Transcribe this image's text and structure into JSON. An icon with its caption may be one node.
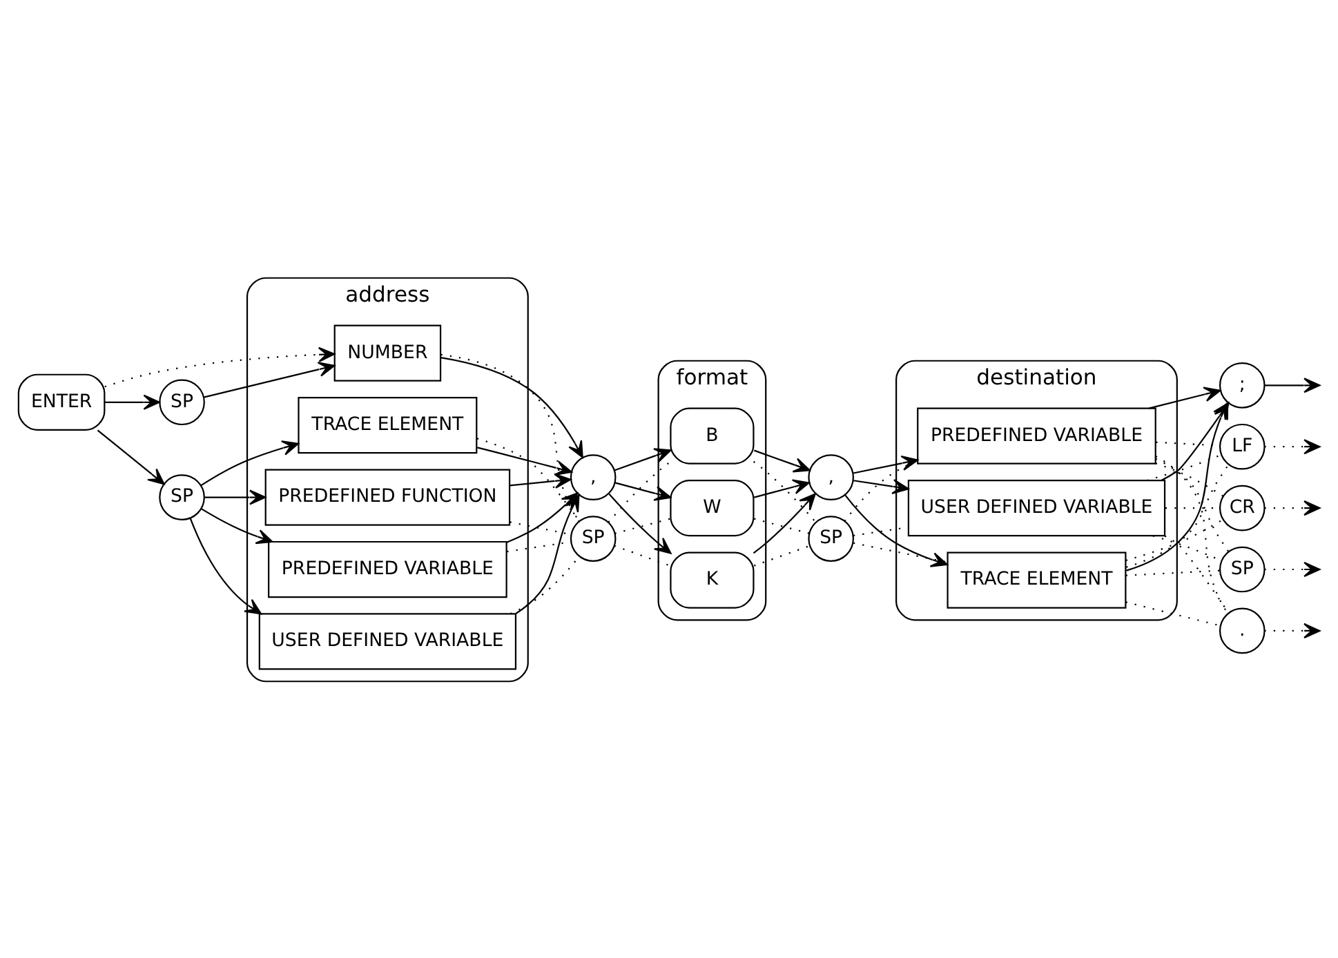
{
  "diagram": {
    "nodes": [
      {
        "text": [
          "ENTER"
        ]
      },
      {
        "text": [
          "address"
        ]
      },
      {
        "text": [
          "SP"
        ]
      },
      {
        "text": [
          "NUMBER"
        ],
        "in": 1
      },
      {
        "text": [
          "SP"
        ]
      },
      {
        "text": [
          "TRACE ELEMENT"
        ],
        "in": 1
      },
      {
        "text": [
          "PREDEFINED FUNCTION"
        ],
        "in": 1
      },
      {
        "text": [
          "PREDEFINED VARIABLE"
        ],
        "in": 1
      },
      {
        "text": [
          "USER DEFINED VARIABLE"
        ],
        "in": 1
      },
      {
        "text": [
          ","
        ]
      },
      {
        "text": [
          "SP"
        ]
      },
      {
        "text": [
          "format"
        ]
      },
      {
        "text": [
          "K"
        ],
        "in": 11
      },
      {
        "text": [
          "B"
        ],
        "in": 11
      },
      {
        "text": [
          "W"
        ],
        "in": 11
      },
      {
        "text": [
          ","
        ]
      },
      {
        "text": [
          "SP"
        ]
      },
      {
        "text": [
          "destination"
        ]
      },
      {
        "text": [
          "TRACE ELEMENT"
        ],
        "in": 17
      },
      {
        "text": [
          "PREDEFINED VARIABLE"
        ],
        "in": 17
      },
      {
        "text": [
          "USER DEFINED VARIABLE"
        ],
        "in": 17
      },
      {
        "text": [
          ";"
        ]
      },
      {
        "text": [
          "LF"
        ]
      },
      {
        "text": [
          "CR"
        ]
      },
      {
        "text": [
          "SP"
        ]
      },
      {
        "text": [
          "."
        ]
      }
    ],
    "edges": [
      {
        "from": 0,
        "to": 2,
        "arrow": "to"
      },
      {
        "from": 0,
        "to": 4,
        "arrow": "to"
      },
      {
        "from": 0,
        "to": 3,
        "arrow": "to",
        "style": "dashed"
      },
      {
        "from": 2,
        "to": 3,
        "arrow": "to"
      },
      {
        "from": 4,
        "to": 5,
        "arrow": "to"
      },
      {
        "from": 4,
        "to": 6,
        "arrow": "to"
      },
      {
        "from": 4,
        "to": 7,
        "arrow": "to"
      },
      {
        "from": 4,
        "to": 8,
        "arrow": "to"
      },
      {
        "from": 3,
        "to": 9,
        "arrow": "to"
      },
      {
        "from": 5,
        "to": 9,
        "arrow": "to"
      },
      {
        "from": 6,
        "to": 9,
        "arrow": "to"
      },
      {
        "from": 7,
        "to": 9,
        "arrow": "to"
      },
      {
        "from": 8,
        "to": 9,
        "arrow": "to"
      },
      {
        "from": 3,
        "to": 10,
        "arrow": "none",
        "style": "dashed"
      },
      {
        "from": 5,
        "to": 10,
        "arrow": "none",
        "style": "dashed"
      },
      {
        "from": 6,
        "to": 10,
        "arrow": "none",
        "style": "dashed"
      },
      {
        "from": 7,
        "to": 10,
        "arrow": "none",
        "style": "dashed"
      },
      {
        "from": 8,
        "to": 10,
        "arrow": "none",
        "style": "dashed"
      },
      {
        "from": 9,
        "to": 12,
        "arrow": "to"
      },
      {
        "from": 9,
        "to": 13,
        "arrow": "to"
      },
      {
        "from": 9,
        "to": 14,
        "arrow": "to"
      },
      {
        "from": 10,
        "to": 12,
        "arrow": "none",
        "style": "dashed"
      },
      {
        "from": 10,
        "to": 13,
        "arrow": "none",
        "style": "dashed"
      },
      {
        "from": 10,
        "to": 14,
        "arrow": "none",
        "style": "dashed"
      },
      {
        "from": 12,
        "to": 15,
        "arrow": "to"
      },
      {
        "from": 13,
        "to": 15,
        "arrow": "to"
      },
      {
        "from": 14,
        "to": 15,
        "arrow": "to"
      },
      {
        "from": 12,
        "to": 16,
        "arrow": "none",
        "style": "dashed"
      },
      {
        "from": 13,
        "to": 16,
        "arrow": "none",
        "style": "dashed"
      },
      {
        "from": 14,
        "to": 16,
        "arrow": "none",
        "style": "dashed"
      },
      {
        "from": 15,
        "to": 18,
        "arrow": "to"
      },
      {
        "from": 15,
        "to": 19,
        "arrow": "to"
      },
      {
        "from": 15,
        "to": 20,
        "arrow": "to"
      },
      {
        "from": 16,
        "to": 18,
        "arrow": "none",
        "style": "dashed"
      },
      {
        "from": 16,
        "to": 19,
        "arrow": "none",
        "style": "dashed"
      },
      {
        "from": 16,
        "to": 20,
        "arrow": "none",
        "style": "dashed"
      },
      {
        "from": 18,
        "to": 21,
        "arrow": "to"
      },
      {
        "from": 19,
        "to": 21,
        "arrow": "to"
      },
      {
        "from": 20,
        "to": 21,
        "arrow": "to"
      },
      {
        "from": 18,
        "to": 22,
        "arrow": "none",
        "style": "dashed"
      },
      {
        "from": 19,
        "to": 22,
        "arrow": "none",
        "style": "dashed"
      },
      {
        "from": 20,
        "to": 22,
        "arrow": "none",
        "style": "dashed"
      },
      {
        "from": 18,
        "to": 23,
        "arrow": "none",
        "style": "dashed"
      },
      {
        "from": 19,
        "to": 23,
        "arrow": "none",
        "style": "dashed"
      },
      {
        "from": 20,
        "to": 23,
        "arrow": "none",
        "style": "dashed"
      },
      {
        "from": 18,
        "to": 24,
        "arrow": "none",
        "style": "dashed"
      },
      {
        "from": 19,
        "to": 24,
        "arrow": "none",
        "style": "dashed"
      },
      {
        "from": 20,
        "to": 24,
        "arrow": "none",
        "style": "dashed"
      },
      {
        "from": 18,
        "to": 25,
        "arrow": "none",
        "style": "dashed"
      },
      {
        "from": 19,
        "to": 25,
        "arrow": "none",
        "style": "dashed"
      },
      {
        "from": 20,
        "to": 25,
        "arrow": "none",
        "style": "dashed"
      },
      {
        "from": 21,
        "to": null,
        "arrow": "to"
      },
      {
        "from": 22,
        "to": null,
        "arrow": "to",
        "style": "dashed"
      },
      {
        "from": 23,
        "to": null,
        "arrow": "to",
        "style": "dashed"
      },
      {
        "from": 24,
        "to": null,
        "arrow": "to",
        "style": "dashed"
      },
      {
        "from": 25,
        "to": null,
        "arrow": "to",
        "style": "dashed"
      }
    ]
  }
}
